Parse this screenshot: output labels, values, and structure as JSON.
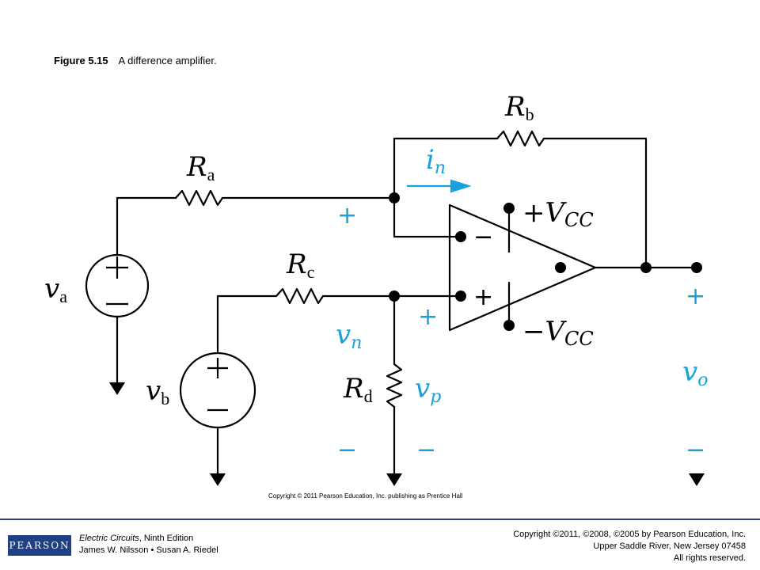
{
  "caption": {
    "number": "Figure 5.15",
    "text": "A difference amplifier."
  },
  "figure_copyright": "Copyright © 2011 Pearson Education, Inc. publishing as Prentice Hall",
  "labels": {
    "Ra": "R",
    "Ra_sub": "a",
    "Rb": "R",
    "Rb_sub": "b",
    "Rc": "R",
    "Rc_sub": "c",
    "Rd": "R",
    "Rd_sub": "d",
    "va": "v",
    "va_sub": "a",
    "vb": "v",
    "vb_sub": "b",
    "in": "i",
    "in_sub": "n",
    "vn": "v",
    "vn_sub": "n",
    "vp": "v",
    "vp_sub": "p",
    "vo": "v",
    "vo_sub": "o",
    "plus_vcc": "+V",
    "minus_vcc": "−V",
    "vcc_sub": "CC",
    "plus": "+",
    "minus": "−"
  },
  "colors": {
    "wire": "#000000",
    "blue": "#1aa0dc",
    "footer_bar": "#26408b"
  },
  "footer": {
    "logo": "PEARSON",
    "book_title": "Electric Circuits",
    "edition": ", Ninth Edition",
    "authors": "James W. Nilsson • Susan A. Riedel",
    "copyright_line1": "Copyright ©2011, ©2008, ©2005 by Pearson Education, Inc.",
    "copyright_line2": "Upper Saddle River, New Jersey 07458",
    "copyright_line3": "All rights reserved."
  }
}
